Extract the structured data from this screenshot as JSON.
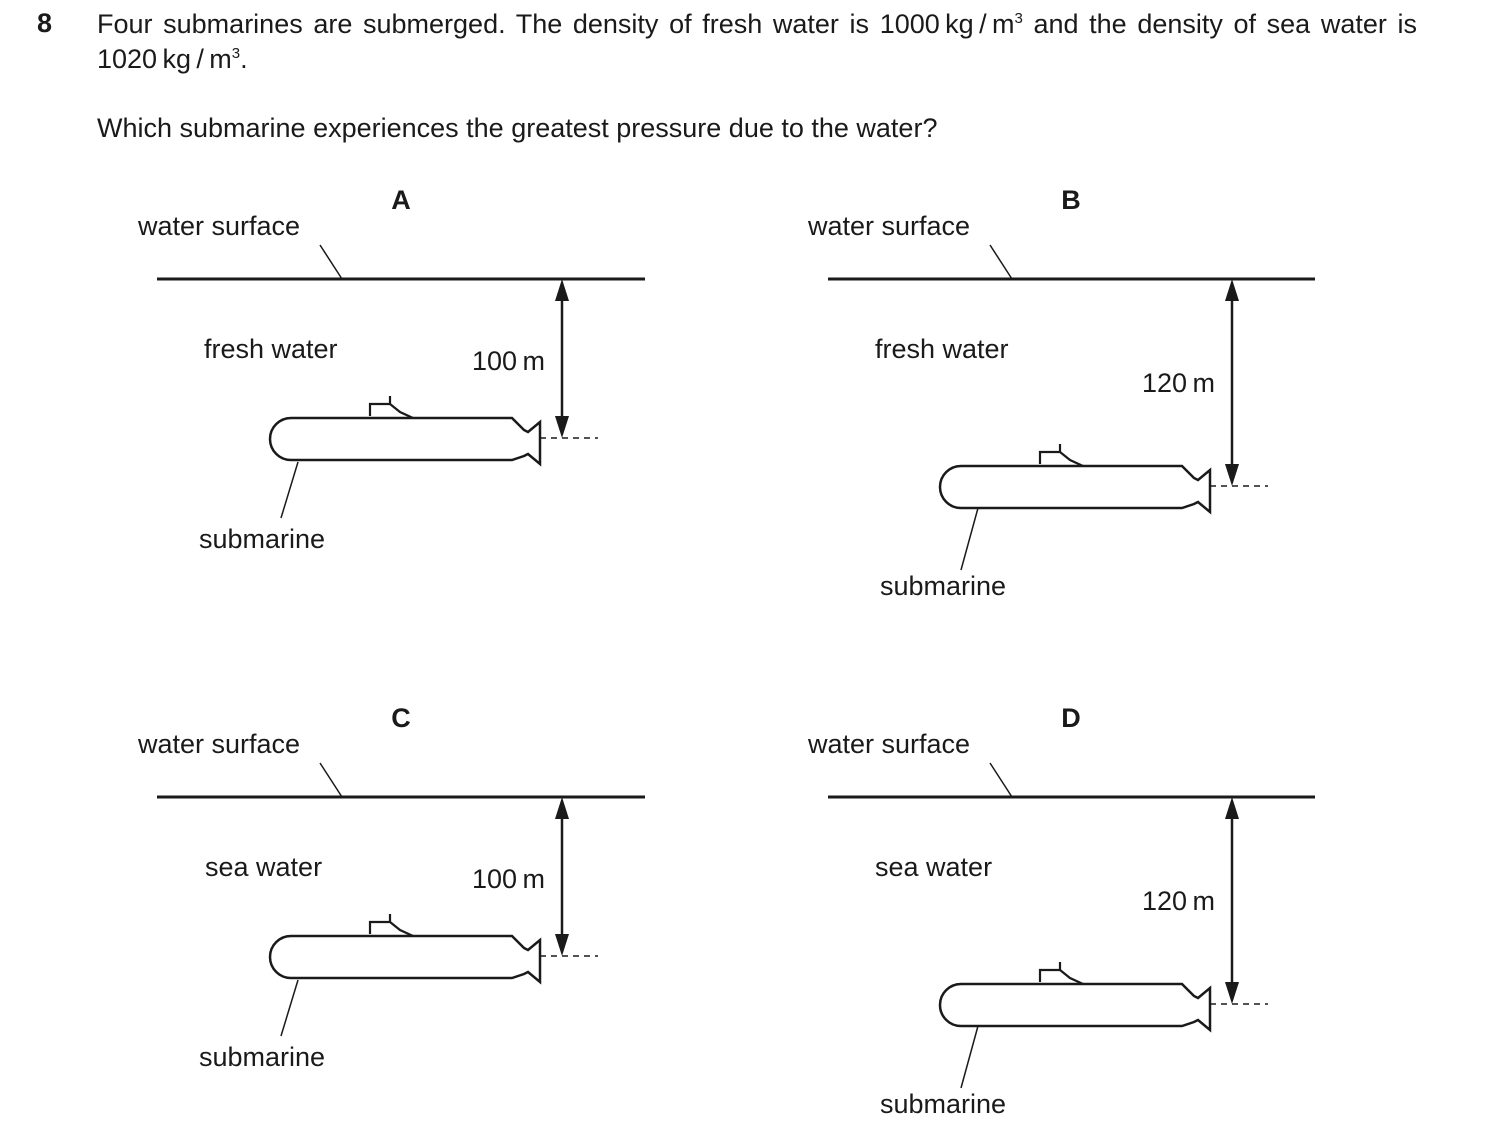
{
  "question": {
    "number": "8",
    "intro": "Four submarines are submerged. The density of fresh water is",
    "fresh_density": "1000 kg / m",
    "mid": "and the density of sea water is",
    "sea_density": "1020 kg / m",
    "exponent": "3",
    "end": ".",
    "prompt": "Which submarine experiences the greatest pressure due to the water?"
  },
  "panels": [
    {
      "letter": "A",
      "surface_label": "water surface",
      "water_label": "fresh water",
      "depth_label": "100 m",
      "sub_label": "submarine",
      "depth_m": 100
    },
    {
      "letter": "B",
      "surface_label": "water surface",
      "water_label": "fresh water",
      "depth_label": "120 m",
      "sub_label": "submarine",
      "depth_m": 120
    },
    {
      "letter": "C",
      "surface_label": "water surface",
      "water_label": "sea water",
      "depth_label": "100 m",
      "sub_label": "submarine",
      "depth_m": 100
    },
    {
      "letter": "D",
      "surface_label": "water surface",
      "water_label": "sea water",
      "depth_label": "120 m",
      "sub_label": "submarine",
      "depth_m": 120
    }
  ]
}
